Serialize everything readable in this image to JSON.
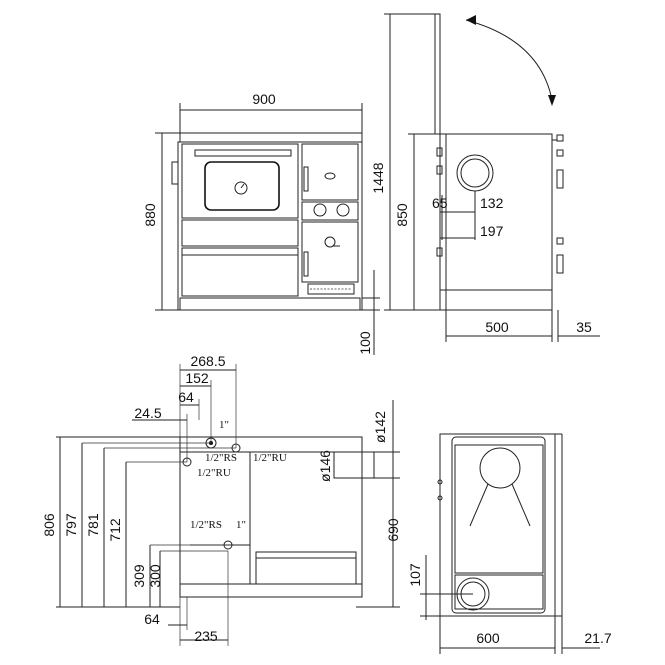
{
  "front_view": {
    "width": "900",
    "height": "880",
    "legs": "100"
  },
  "side_view": {
    "lid_open_height": "1448",
    "top_height": "850",
    "d1": "65",
    "d2": "132",
    "d3": "197",
    "depth": "500",
    "offset": "35"
  },
  "connections_view": {
    "top_widths": [
      "268.5",
      "152",
      "64",
      "24.5"
    ],
    "heights": [
      "806",
      "797",
      "781",
      "712",
      "309",
      "300"
    ],
    "bottom": [
      "64",
      "235"
    ],
    "flue_dia": "ø142",
    "flue_dia2": "ø146",
    "flue_height": "690",
    "labels": {
      "ru1": "1/2\"RU",
      "ru2": "1/2\"RU",
      "rs1": "1/2\"RS",
      "rs2": "1/2\"RS",
      "inch1": "1\"",
      "inch2": "1\""
    }
  },
  "top_view": {
    "dim107": "107",
    "width": "600",
    "offset": "21.7"
  }
}
